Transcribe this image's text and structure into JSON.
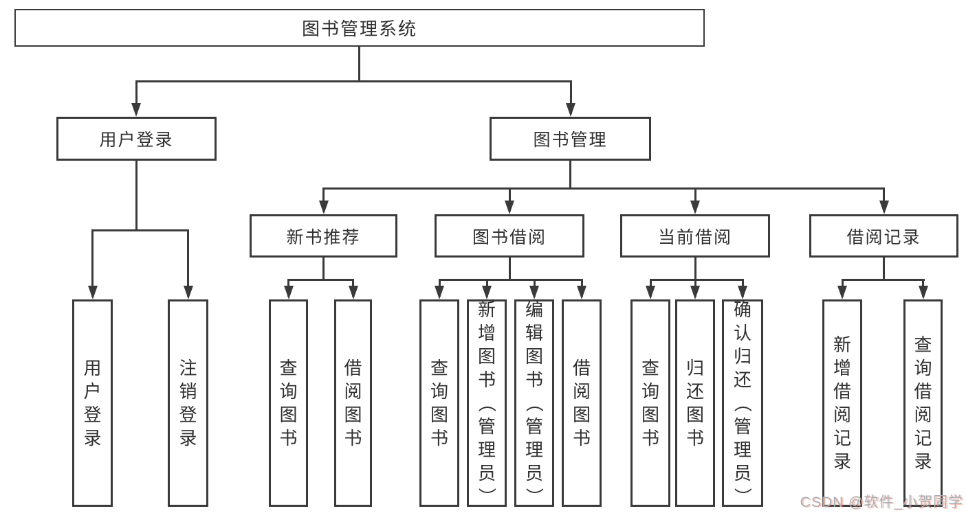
{
  "tree": {
    "root": "图书管理系统",
    "branches": [
      {
        "label": "用户登录",
        "children": [
          "用户登录",
          "注销登录"
        ]
      },
      {
        "label": "图书管理",
        "children": [
          {
            "label": "新书推荐",
            "children": [
              "查询图书",
              "借阅图书"
            ]
          },
          {
            "label": "图书借阅",
            "children": [
              "查询图书",
              "新增图书（管理员）",
              "编辑图书（管理员）",
              "借阅图书"
            ]
          },
          {
            "label": "当前借阅",
            "children": [
              "查询图书",
              "归还图书",
              "确认归还（管理员）"
            ]
          },
          {
            "label": "借阅记录",
            "children": [
              "新增借阅记录",
              "查询借阅记录"
            ]
          }
        ]
      }
    ]
  },
  "colors": {
    "line": "#3a3a3a",
    "text": "#2f2f2f",
    "watermark_gray": "#aab0b6",
    "watermark_red": "#fc5531"
  },
  "watermark": {
    "text": "CSDN @软件_小贺同学"
  }
}
